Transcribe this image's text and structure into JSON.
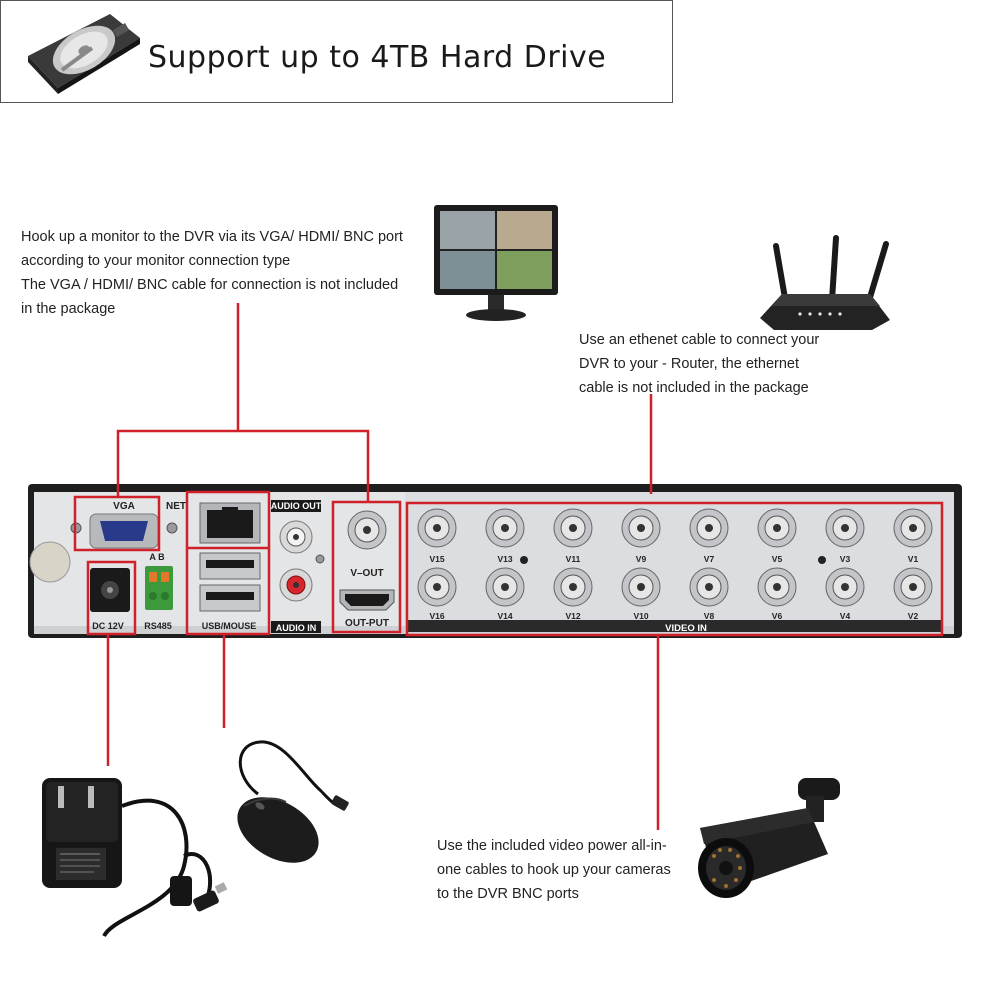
{
  "banner": {
    "title": "Support up to 4TB Hard Drive",
    "icon": "hard-drive-icon"
  },
  "notes": {
    "monitor": {
      "lines": [
        "Hook up a monitor to the DVR via its VGA/ HDMI/ BNC port",
        "according to your monitor connection type",
        "The VGA / HDMI/ BNC cable for connection is not included",
        "in the package"
      ]
    },
    "router": {
      "lines": [
        "Use an ethenet cable to connect your",
        "DVR to   your - Router, the ethernet",
        "cable is not included in the package"
      ]
    },
    "camera": {
      "lines": [
        "Use the included video power all-in-",
        "one cables to hook up your cameras",
        "to the DVR BNC ports"
      ]
    }
  },
  "panel": {
    "labels": {
      "vga": "VGA",
      "net": "NET",
      "audio_out": "AUDIO OUT",
      "audio_in": "AUDIO IN",
      "v_out": "V–OUT",
      "out_put": "OUT-PUT",
      "dc": "DC 12V",
      "rs485": "RS485",
      "ab": "A  B",
      "usb_mouse": "USB/MOUSE",
      "video_in": "VIDEO  IN"
    },
    "bnc_top": [
      "V15",
      "V13",
      "V11",
      "V9",
      "V7",
      "V5",
      "V3",
      "V1"
    ],
    "bnc_bottom": [
      "V16",
      "V14",
      "V12",
      "V10",
      "V8",
      "V6",
      "V4",
      "V2"
    ]
  },
  "colors": {
    "callout": "#d0202a",
    "panel_dark": "#1e1e1e",
    "panel_face": "#e4e5e7"
  },
  "icons": {
    "monitor": "monitor-icon",
    "router": "router-icon",
    "power_adapter": "power-adapter-icon",
    "mouse": "mouse-icon",
    "camera": "camera-icon"
  }
}
